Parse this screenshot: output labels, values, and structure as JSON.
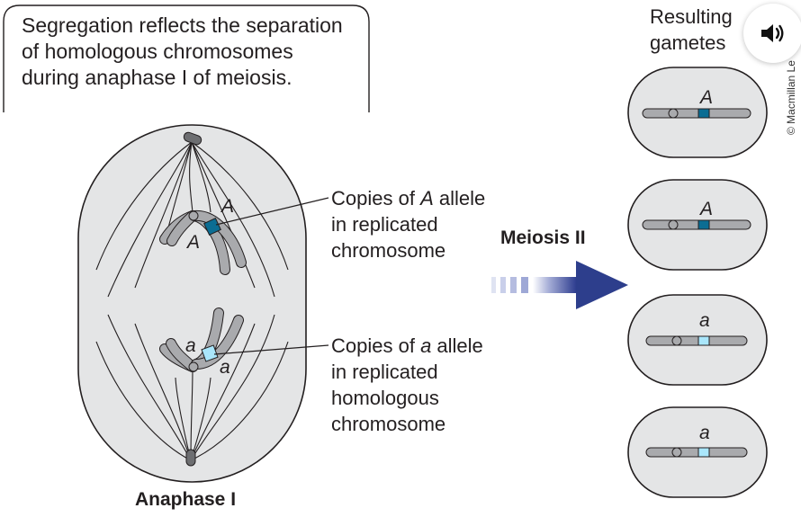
{
  "caption": {
    "lines": [
      "Segregation reflects the separation",
      "of homologous chromosomes",
      "during anaphase I of meiosis."
    ]
  },
  "cell_labels": {
    "anaphase": "Anaphase I",
    "meiosis": "Meiosis II",
    "gametes_line1": "Resulting",
    "gametes_line2": "gametes"
  },
  "allele_A_label": {
    "prefix": "Copies of ",
    "allele": "A",
    "suffix": " allele",
    "line2": "in replicated",
    "line3": "chromosome"
  },
  "allele_a_label": {
    "prefix": "Copies of ",
    "allele": "a",
    "suffix": " allele",
    "line2": "in replicated",
    "line3": "homologous",
    "line4": "chromosome"
  },
  "chromosome_letters": {
    "upper_1": "A",
    "upper_2": "A",
    "lower_1": "a",
    "lower_2": "a"
  },
  "gametes": [
    {
      "allele": "A"
    },
    {
      "allele": "A"
    },
    {
      "allele": "a"
    },
    {
      "allele": "a"
    }
  ],
  "copyright": "© Macmillan Le",
  "icons": {
    "sound": "speaker-icon"
  },
  "colors": {
    "allele_A": "#0b6d93",
    "allele_a": "#a9e6fb",
    "chromosome": "#a9aaad",
    "cell_fill": "#e4e5e6",
    "arrow": "#2d3e8c"
  }
}
